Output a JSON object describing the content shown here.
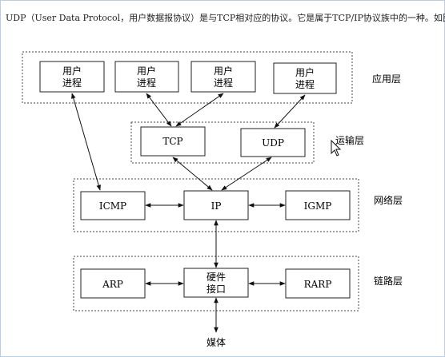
{
  "intro": "UDP（User Data Protocol，用户数据报协议）是与TCP相对应的协议。它是属于TCP/IP协议族中的一种。如图:",
  "layers": {
    "application": "应用层",
    "transport": "运输层",
    "network": "网络层",
    "link": "链路层"
  },
  "processes": [
    {
      "line1": "用户",
      "line2": "进程"
    },
    {
      "line1": "用户",
      "line2": "进程"
    },
    {
      "line1": "用户",
      "line2": "进程"
    },
    {
      "line1": "用户",
      "line2": "进程"
    }
  ],
  "protocols": {
    "tcp": "TCP",
    "udp": "UDP",
    "icmp": "ICMP",
    "ip": "IP",
    "igmp": "IGMP",
    "arp": "ARP",
    "hw_line1": "硬件",
    "hw_line2": "接口",
    "rarp": "RARP"
  },
  "media": "媒体"
}
